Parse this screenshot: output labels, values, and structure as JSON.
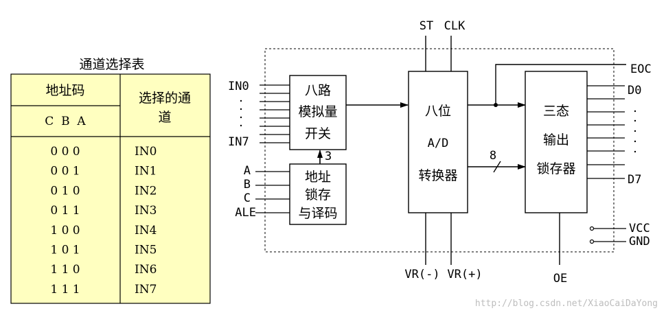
{
  "table": {
    "caption": "通道选择表",
    "header_address": "地址码",
    "header_cba": "C  B  A",
    "header_channel_line1": "选择的通",
    "header_channel_line2": "道",
    "fill_color": "#FFFFC0",
    "rows": [
      {
        "code": "0   0   0",
        "channel": "IN0"
      },
      {
        "code": "0   0   1",
        "channel": "IN1"
      },
      {
        "code": "0   1   0",
        "channel": "IN2"
      },
      {
        "code": "0   1   1",
        "channel": "IN3"
      },
      {
        "code": "1   0   0",
        "channel": "IN4"
      },
      {
        "code": "1   0   1",
        "channel": "IN5"
      },
      {
        "code": "1   1   0",
        "channel": "IN6"
      },
      {
        "code": "1   1   1",
        "channel": "IN7"
      }
    ]
  },
  "blocks": {
    "mux_line1": "八路",
    "mux_line2": "模拟量",
    "mux_line3": "开关",
    "latch_line1": "地址",
    "latch_line2": "锁存",
    "latch_line3": "与译码",
    "adc_line1": "八位",
    "adc_line2": "A/D",
    "adc_line3": "转换器",
    "out_line1": "三态",
    "out_line2": "输出",
    "out_line3": "锁存器"
  },
  "signals": {
    "in0": "IN0",
    "in7": "IN7",
    "a": "A",
    "b": "B",
    "c": "C",
    "ale": "ALE",
    "bus3": "3",
    "bus8": "8",
    "st": "ST",
    "clk": "CLK",
    "eoc": "EOC",
    "d0": "D0",
    "d7": "D7",
    "vcc": "VCC",
    "gnd": "GND",
    "vrm": "VR(-)",
    "vrp": "VR(+)",
    "oe": "OE"
  },
  "watermark": "http://blog.csdn.net/XiaoCaiDaYong"
}
